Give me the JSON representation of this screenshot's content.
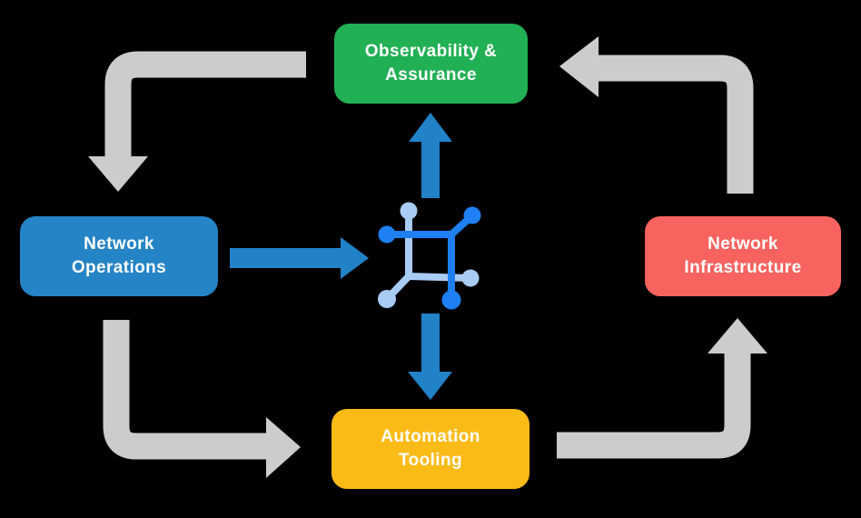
{
  "diagram": {
    "title": "network automation lifecycle diagram",
    "background_color": "#000000",
    "nodes": [
      {
        "id": "observability",
        "lines": [
          "Observability &",
          "Assurance"
        ],
        "color": "#22B055",
        "text_color": "#FFFFFF"
      },
      {
        "id": "operations",
        "lines": [
          "Network",
          "Operations"
        ],
        "color": "#2584C6",
        "text_color": "#FFFFFF"
      },
      {
        "id": "infrastructure",
        "lines": [
          "Network",
          "Infrastructure"
        ],
        "color": "#F9635F",
        "text_color": "#FFFFFF"
      },
      {
        "id": "automation",
        "lines": [
          "Automation",
          "Tooling"
        ],
        "color": "#FBBB17",
        "text_color": "#FFFFFF"
      }
    ],
    "edges": [
      {
        "from": "observability",
        "to": "operations",
        "ring": "outer",
        "color": "#CCCCCC",
        "shape": "elbow-down-left"
      },
      {
        "from": "operations",
        "to": "automation",
        "ring": "outer",
        "color": "#CCCCCC",
        "shape": "elbow-down-right"
      },
      {
        "from": "automation",
        "to": "infrastructure",
        "ring": "outer",
        "color": "#CCCCCC",
        "shape": "elbow-up-right"
      },
      {
        "from": "infrastructure",
        "to": "observability",
        "ring": "outer",
        "color": "#CCCCCC",
        "shape": "elbow-up-left"
      },
      {
        "from": "operations",
        "to": "center",
        "ring": "inner",
        "color": "#2182C8",
        "shape": "straight-right"
      },
      {
        "from": "center",
        "to": "observability",
        "ring": "inner",
        "color": "#2182C8",
        "shape": "straight-up"
      },
      {
        "from": "center",
        "to": "automation",
        "ring": "inner",
        "color": "#2182C8",
        "shape": "straight-down"
      }
    ],
    "center_icon": {
      "name": "network-mesh-icon",
      "dark_color": "#1E80F2",
      "light_color": "#A9CCF5"
    }
  }
}
